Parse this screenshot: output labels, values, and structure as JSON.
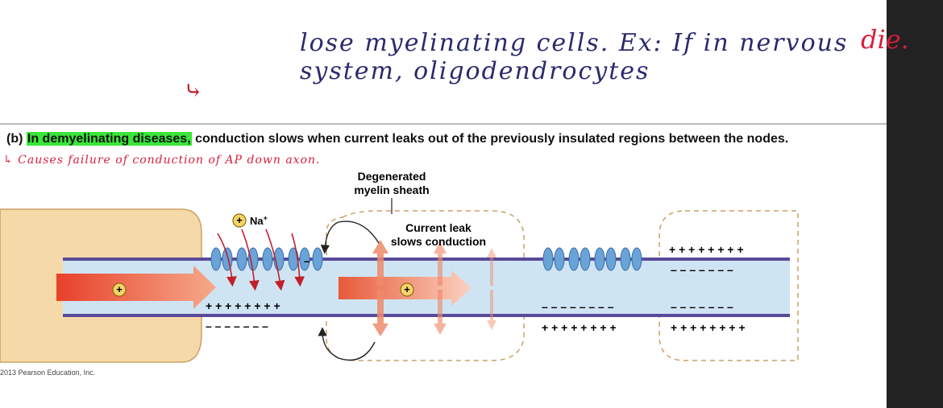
{
  "annotations": {
    "top_note": "lose myelinating cells. Ex: If in nervous system, oligodendrocytes",
    "die_word": "die.",
    "cause_note": "↳ Causes failure of conduction of AP down axon."
  },
  "caption": {
    "label": "(b)",
    "highlighted": "In demyelinating diseases,",
    "rest": " conduction slows when current leaks out of the previously insulated regions between the nodes."
  },
  "diagram": {
    "degenerated_label_line1": "Degenerated",
    "degenerated_label_line2": "myelin sheath",
    "current_leak_line1": "Current leak",
    "current_leak_line2": "slows conduction",
    "na_label": "Na",
    "na_superscript": "+",
    "plus_symbol": "+",
    "plus_row": "+ + + + + + + +",
    "minus_row": "– – – – – – –",
    "minus_row_long": "– – – – – – – –",
    "plus_row_right": "+ + + + + + + +"
  },
  "copyright": "2013 Pearson Education, Inc.",
  "colors": {
    "axon_fill": "#cfe4f3",
    "membrane": "#5a4a9a",
    "myelin": "#f6d9a8",
    "myelin_edge": "#c9a266",
    "arrow_red": "#e8402a",
    "channel": "#6aa3d8",
    "highlight": "#39e639"
  }
}
